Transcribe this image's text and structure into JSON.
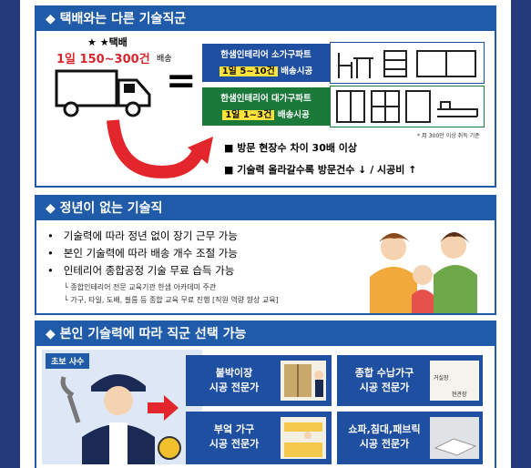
{
  "section1": {
    "title": "◆ 택배와는 다른 기술직군",
    "delivery_label": "★택배",
    "delivery_count": "1일 150~300건",
    "delivery_suffix": "배송",
    "equals": "=",
    "small_type": "한샘인테리어 소가구파트",
    "small_count": "1일 5~10건",
    "small_suffix": "배송시공",
    "large_type": "한샘인테리어 대가구파트",
    "large_count": "1일 1~3건",
    "large_suffix": "배송시공",
    "footnote": "* 月 300만 이상 취득 기준",
    "bullet1": "■ 방문 현장수 차이 30배 이상",
    "bullet2": "■ 기술력 올라갈수록 방문건수 ↓ / 시공비 ↑"
  },
  "section2": {
    "title": "◆ 정년이 없는 기술직",
    "items": [
      "기술력에 따라 정년 없이 장기 근무 가능",
      "본인 기술력에 따라 배송 개수 조절 가능",
      "인테리어 종합공정 기술 무료 습득 가능"
    ],
    "sub1": "└ 종합인테리어 전문 교육기관 한샘 아카데미 주관",
    "sub2": "└ 가구, 타일, 도배, 필름 등 종합 교육 무료 진행 [직원 역량 향상 교육]"
  },
  "section3": {
    "title": "◆ 본인 기술력에 따라 직군 선택 가능",
    "beginner_label": "초보 사수",
    "jobs": [
      {
        "line1": "붙박이장",
        "line2": "시공 전문가"
      },
      {
        "line1": "종합 수납가구",
        "line2": "시공 전문가"
      },
      {
        "line1": "부엌 가구",
        "line2": "시공 전문가"
      },
      {
        "line1": "쇼파,침대,패브릭",
        "line2": "시공 전문가"
      }
    ],
    "room_label1": "거실장",
    "room_label2": "현관장"
  }
}
